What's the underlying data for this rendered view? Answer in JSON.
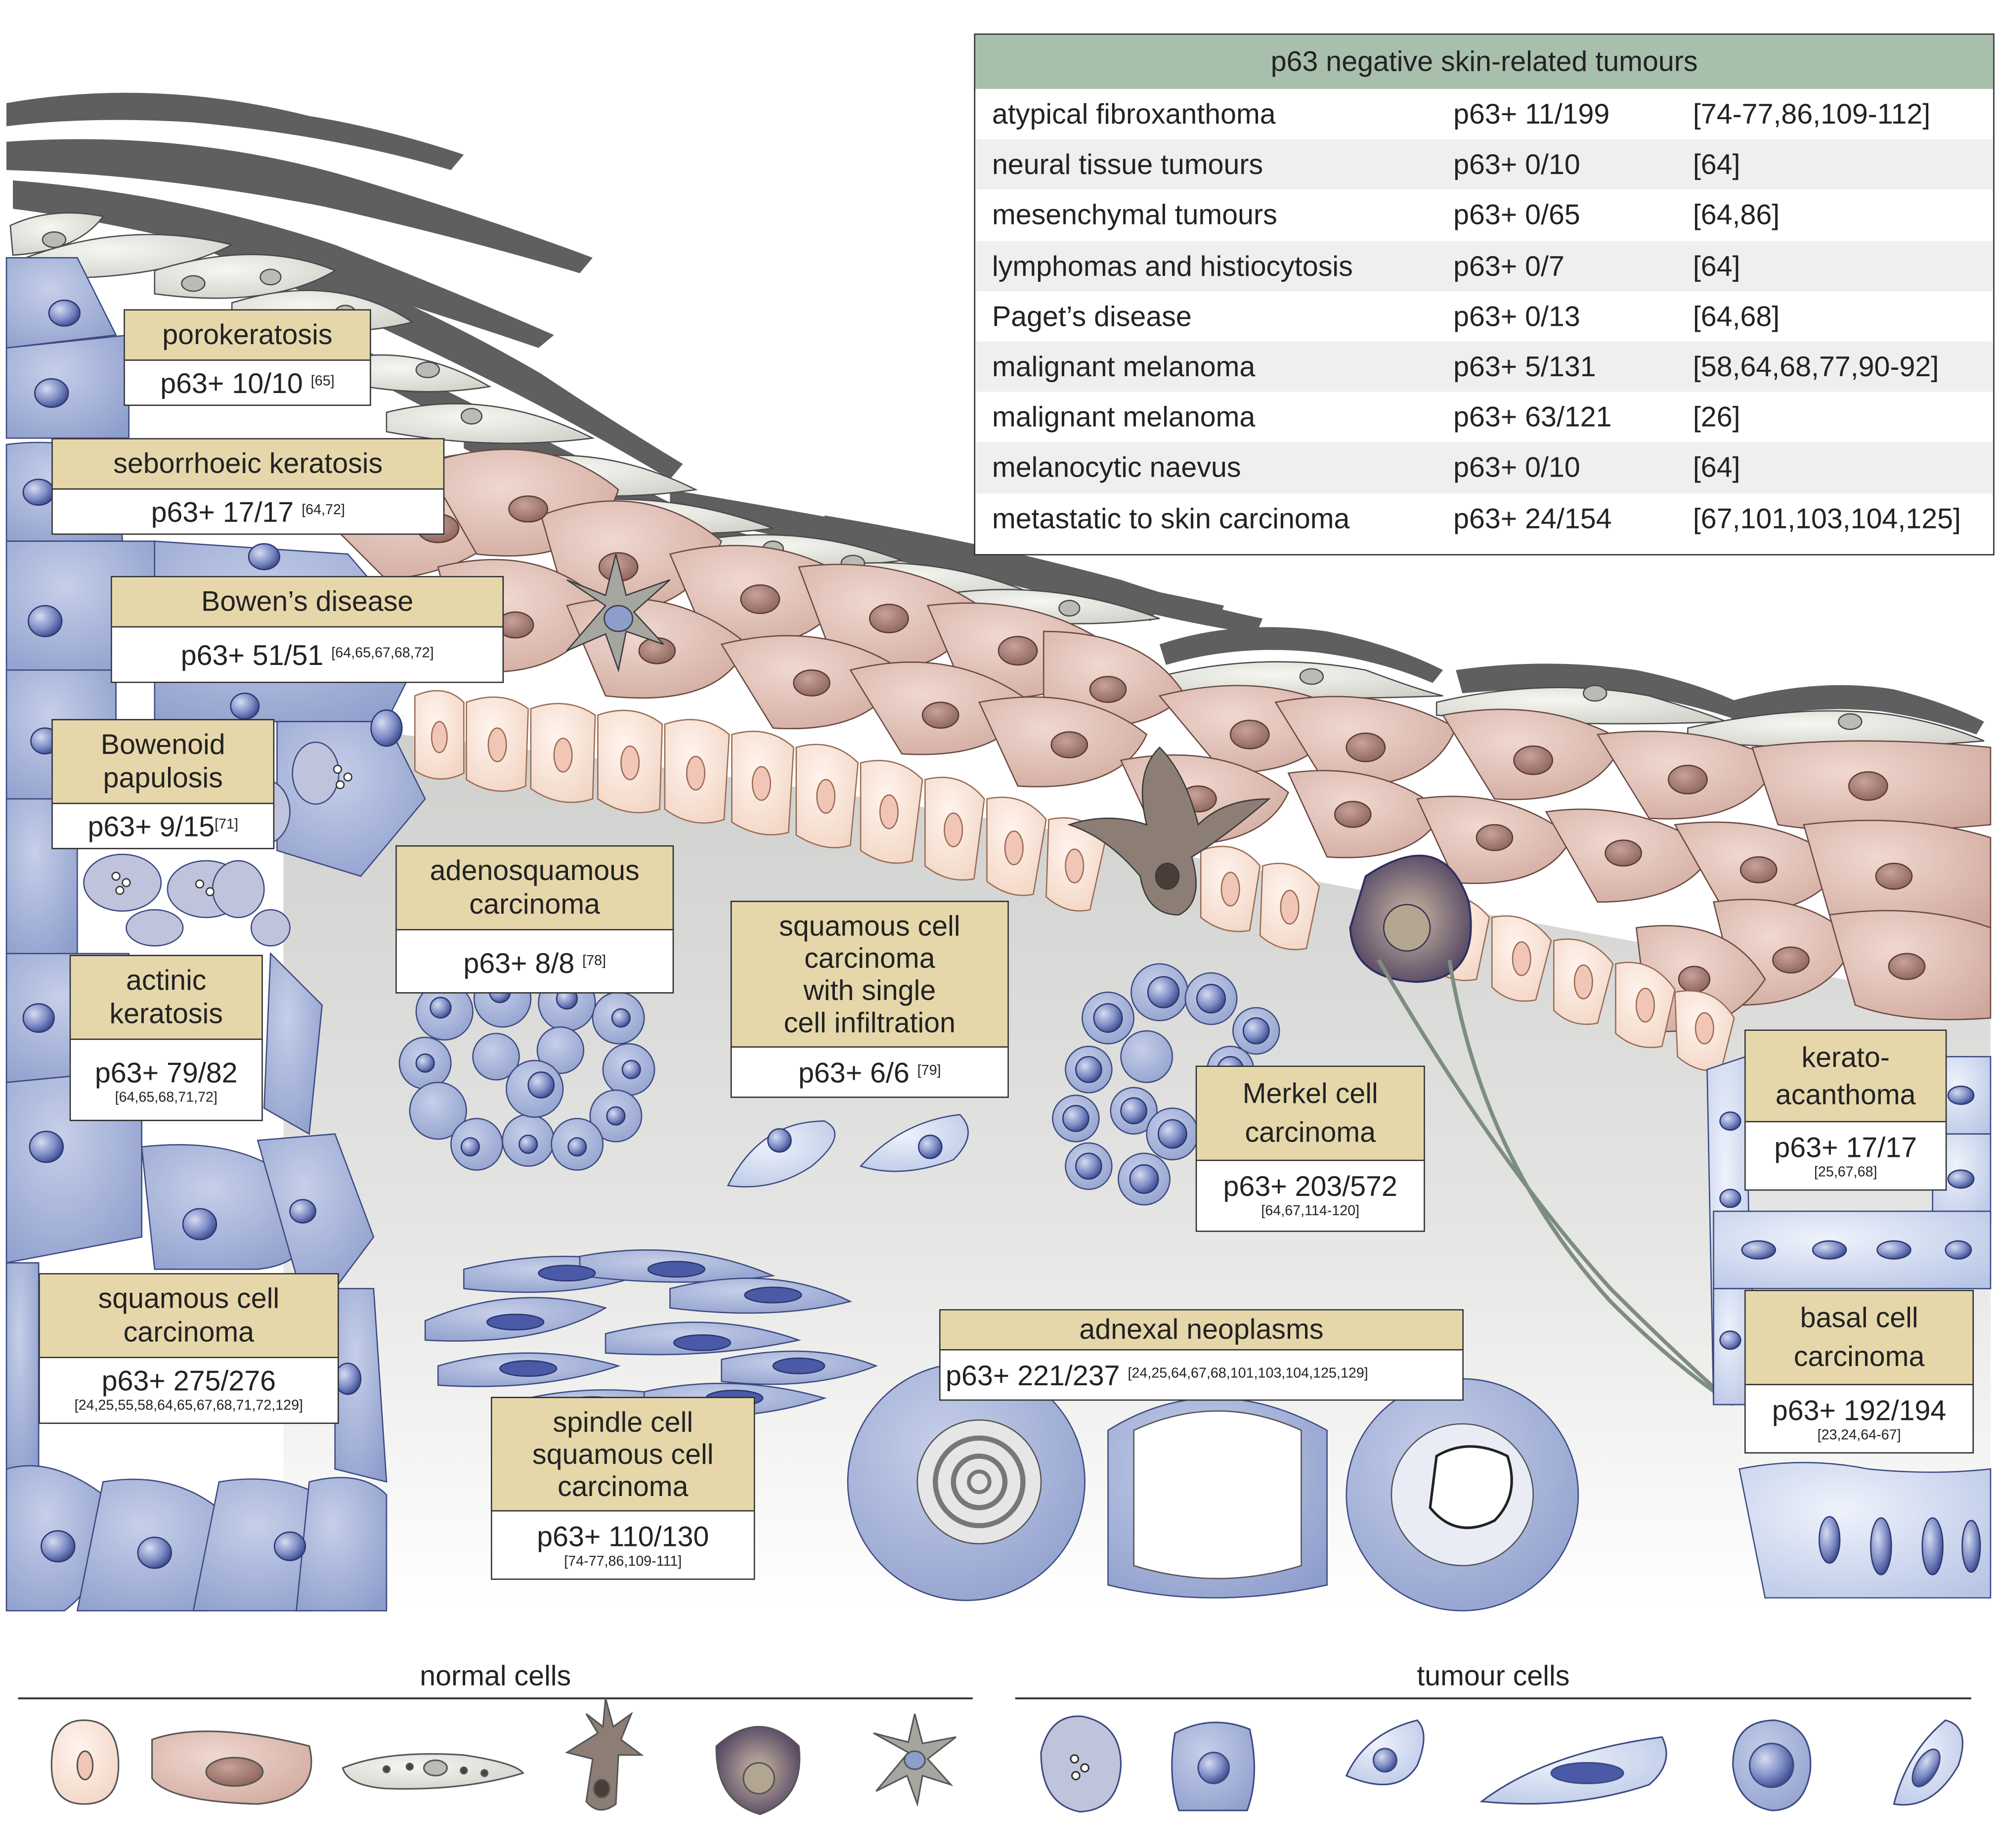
{
  "table": {
    "title": "p63 negative skin-related tumours",
    "rows": [
      {
        "name": "atypical fibroxanthoma",
        "value": "p63+ 11/199",
        "refs": "[74-77,86,109-112]"
      },
      {
        "name": "neural tissue tumours",
        "value": "p63+ 0/10",
        "refs": "[64]"
      },
      {
        "name": "mesenchymal tumours",
        "value": "p63+ 0/65",
        "refs": "[64,86]"
      },
      {
        "name": "lymphomas and histiocytosis",
        "value": "p63+ 0/7",
        "refs": "[64]"
      },
      {
        "name": "Paget’s disease",
        "value": "p63+ 0/13",
        "refs": "[64,68]"
      },
      {
        "name": "malignant melanoma",
        "value": "p63+ 5/131",
        "refs": "[58,64,68,77,90-92]"
      },
      {
        "name": "malignant melanoma",
        "value": "p63+ 63/121",
        "refs": "[26]"
      },
      {
        "name": "melanocytic naevus",
        "value": "p63+ 0/10",
        "refs": "[64]"
      },
      {
        "name": "metastatic to skin carcinoma",
        "value": "p63+ 24/154",
        "refs": "[67,101,103,104,125]"
      }
    ]
  },
  "labels": {
    "porokeratosis": {
      "title": "porokeratosis",
      "value": "p63+ 10/10",
      "refs": "[65]"
    },
    "seborrhoeic": {
      "title": "seborrhoeic keratosis",
      "value": "p63+ 17/17",
      "refs": "[64,72]"
    },
    "bowens": {
      "title": "Bowen’s disease",
      "value": "p63+ 51/51",
      "refs": "[64,65,67,68,72]"
    },
    "bowenoid": {
      "title_1": "Bowenoid",
      "title_2": "papulosis",
      "value": "p63+ 9/15",
      "refs": "[71]"
    },
    "actinic": {
      "title_1": "actinic",
      "title_2": "keratosis",
      "value": "p63+ 79/82",
      "refs": "[64,65,68,71,72]"
    },
    "scc": {
      "title_1": "squamous cell",
      "title_2": "carcinoma",
      "value": "p63+ 275/276",
      "refs": "[24,25,55,58,64,65,67,68,71,72,129]"
    },
    "adenosquamous": {
      "title_1": "adenosquamous",
      "title_2": "carcinoma",
      "value": "p63+ 8/8",
      "refs": "[78]"
    },
    "scc_single": {
      "title_1": "squamous cell",
      "title_2": "carcinoma",
      "title_3": "with single",
      "title_4": "cell infiltration",
      "value": "p63+ 6/6",
      "refs": "[79]"
    },
    "merkel": {
      "title_1": "Merkel cell",
      "title_2": "carcinoma",
      "value": "p63+ 203/572",
      "refs": "[64,67,114-120]"
    },
    "kerato": {
      "title_1": "kerato-",
      "title_2": "acanthoma",
      "value": "p63+ 17/17",
      "refs": "[25,67,68]"
    },
    "adnexal": {
      "title": "adnexal neoplasms",
      "value": "p63+ 221/237",
      "refs": "[24,25,64,67,68,101,103,104,125,129]"
    },
    "spindle": {
      "title_1": "spindle cell",
      "title_2": "squamous cell",
      "title_3": "carcinoma",
      "value": "p63+ 110/130",
      "refs": "[74-77,86,109-111]"
    },
    "bcc": {
      "title_1": "basal cell",
      "title_2": "carcinoma",
      "value": "p63+ 192/194",
      "refs": "[23,24,64-67]"
    }
  },
  "legend": {
    "normal": "normal cells",
    "tumour": "tumour cells"
  },
  "colors": {
    "header_fill": "#e6d7ab",
    "table_header": "#a8bfac",
    "tumour_blue": "#8d9dcc",
    "keratinocyte_pink": "#dcb8ae",
    "basal_peach": "#f6ddd0"
  }
}
